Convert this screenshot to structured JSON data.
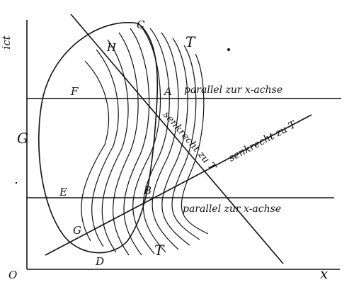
{
  "figure": {
    "axis_labels": {
      "vertical": "ict",
      "horizontal": "x",
      "origin": "O"
    },
    "curve_label_upper": "T",
    "curve_label_lower": "T",
    "region_label": "G",
    "points": {
      "A": "A",
      "B": "B",
      "C": "C",
      "D": "D",
      "E": "E",
      "F": "F",
      "G": "G",
      "H": "H"
    },
    "annotations": {
      "upper_horizontal": "parallel zur x-achse",
      "lower_horizontal": "parallel zur x-achse",
      "diagonal_down": "senkrecht zu T",
      "diagonal_up": "senkrecht zu T"
    }
  }
}
